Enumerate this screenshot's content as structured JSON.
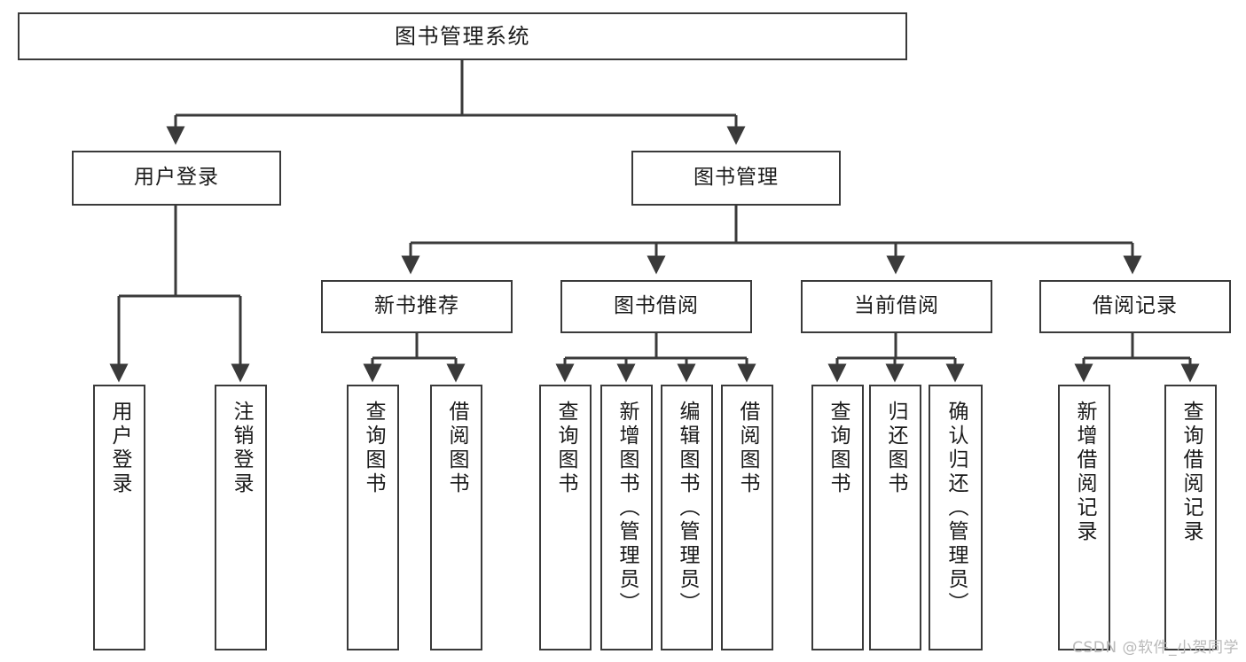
{
  "diagram": {
    "title": "图书管理系统",
    "type": "tree-hierarchy",
    "watermark": "CSDN @软件_小贺同学",
    "colors": {
      "stroke": "#3a3a3a",
      "fill": "#ffffff",
      "text": "#1a1a1a",
      "watermark": "#b9b9b9"
    },
    "root": {
      "label": "图书管理系统"
    },
    "level1": [
      {
        "label": "用户登录"
      },
      {
        "label": "图书管理"
      }
    ],
    "level2": [
      {
        "label": "新书推荐"
      },
      {
        "label": "图书借阅"
      },
      {
        "label": "当前借阅"
      },
      {
        "label": "借阅记录"
      }
    ],
    "leaves": {
      "user_login": [
        {
          "label": "用户登录"
        },
        {
          "label": "注销登录"
        }
      ],
      "new_book": [
        {
          "label": "查询图书"
        },
        {
          "label": "借阅图书"
        }
      ],
      "book_borrow": [
        {
          "label": "查询图书"
        },
        {
          "label": "新增图书（管理员）"
        },
        {
          "label": "编辑图书（管理员）"
        },
        {
          "label": "借阅图书"
        }
      ],
      "current_borrow": [
        {
          "label": "查询图书"
        },
        {
          "label": "归还图书"
        },
        {
          "label": "确认归还（管理员）"
        }
      ],
      "borrow_record": [
        {
          "label": "新增借阅记录"
        },
        {
          "label": "查询借阅记录"
        }
      ]
    }
  }
}
